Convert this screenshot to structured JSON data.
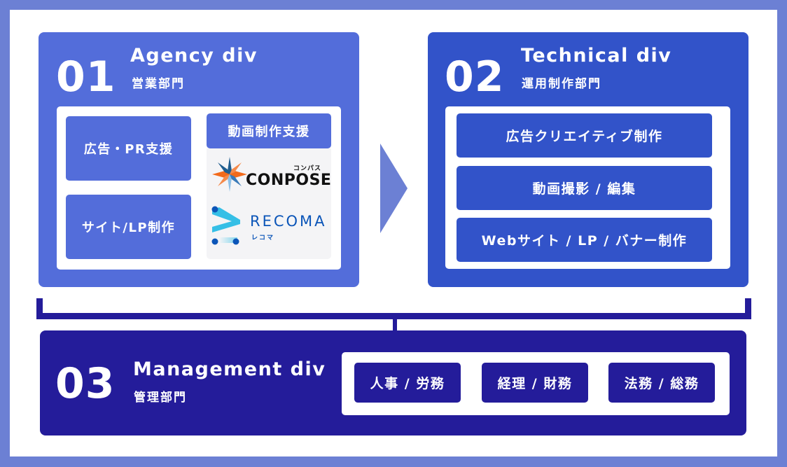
{
  "colors": {
    "frame": "#6c80d4",
    "agency": "#536dda",
    "technical": "#3253c9",
    "management": "#241c9a",
    "arrow": "#6c80d4",
    "logo_bg": "#f4f4f6"
  },
  "divisions": [
    {
      "number": "01",
      "name_en": "Agency div",
      "name_jp": "営業部門",
      "services": [
        "広告・PR支援",
        "サイト/LP制作"
      ],
      "video_support": {
        "label": "動画制作支援",
        "logos": [
          {
            "name": "CONPOSE",
            "kana": "コンパス",
            "icon": "compass-star-icon"
          },
          {
            "name": "RECOMA",
            "kana": "レコマ",
            "icon": "recoma-chevron-icon"
          }
        ]
      }
    },
    {
      "number": "02",
      "name_en": "Technical div",
      "name_jp": "運用制作部門",
      "services": [
        "広告クリエイティブ制作",
        "動画撮影 / 編集",
        "Webサイト / LP / バナー制作"
      ]
    },
    {
      "number": "03",
      "name_en": "Management div",
      "name_jp": "管理部門",
      "services": [
        "人事 / 労務",
        "経理 / 財務",
        "法務 / 総務"
      ]
    }
  ],
  "connector": {
    "arrow_icon": "triangle-right-icon"
  }
}
